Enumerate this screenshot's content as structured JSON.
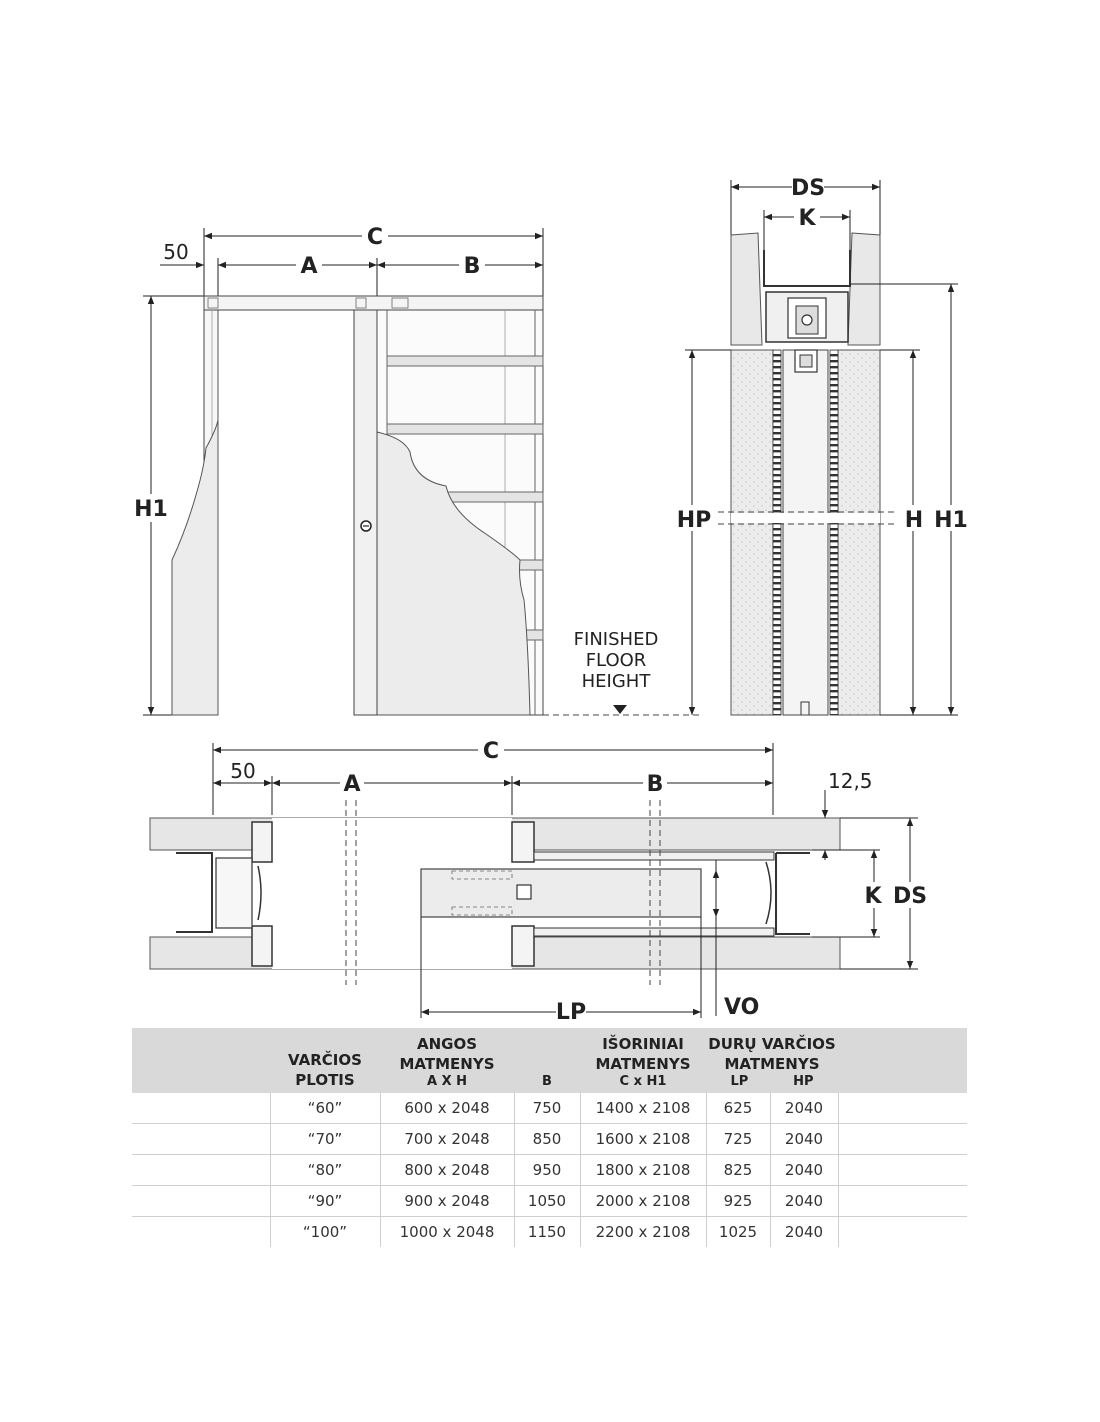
{
  "elevation": {
    "dim_50": "50",
    "dim_A": "A",
    "dim_B": "B",
    "dim_C": "C",
    "dim_H1": "H1"
  },
  "section": {
    "dim_DS": "DS",
    "dim_K": "K",
    "dim_HP": "HP",
    "dim_H": "H",
    "dim_H1": "H1"
  },
  "floor_note": [
    "FINISHED",
    "FLOOR",
    "HEIGHT"
  ],
  "plan": {
    "dim_C": "C",
    "dim_50": "50",
    "dim_A": "A",
    "dim_B": "B",
    "dim_12_5": "12,5",
    "dim_K": "K",
    "dim_DS": "DS",
    "dim_LP": "LP",
    "dim_VO": "VO"
  },
  "table": {
    "headers": {
      "col1": [
        "VARČIOS",
        "PLOTIS"
      ],
      "col2": [
        "ANGOS",
        "MATMENYS"
      ],
      "col2_sub": "A X H",
      "col3_sub": "B",
      "col4": [
        "IŠORINIAI",
        "MATMENYS"
      ],
      "col4_sub": "C x H1",
      "col5": [
        "DURŲ VARČIOS",
        "MATMENYS"
      ],
      "col5_sub_lp": "LP",
      "col5_sub_hp": "HP"
    },
    "rows": [
      {
        "plotis": "“60”",
        "ah": "600 x 2048",
        "b": "750",
        "ch1": "1400 x 2108",
        "lp": "625",
        "hp": "2040"
      },
      {
        "plotis": "“70”",
        "ah": "700 x 2048",
        "b": "850",
        "ch1": "1600 x 2108",
        "lp": "725",
        "hp": "2040"
      },
      {
        "plotis": "“80”",
        "ah": "800 x 2048",
        "b": "950",
        "ch1": "1800 x 2108",
        "lp": "825",
        "hp": "2040"
      },
      {
        "plotis": "“90”",
        "ah": "900 x 2048",
        "b": "1050",
        "ch1": "2000 x 2108",
        "lp": "925",
        "hp": "2040"
      },
      {
        "plotis": "“100”",
        "ah": "1000 x 2048",
        "b": "1150",
        "ch1": "2200 x 2108",
        "lp": "1025",
        "hp": "2040"
      }
    ]
  }
}
